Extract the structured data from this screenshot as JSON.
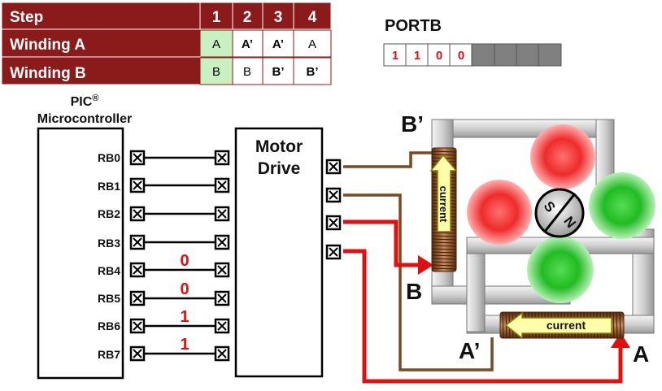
{
  "step_table": {
    "header_label": "Step",
    "steps": [
      "1",
      "2",
      "3",
      "4"
    ],
    "rows": [
      {
        "label": "Winding A",
        "cells": [
          "A",
          "A’",
          "A’",
          "A"
        ]
      },
      {
        "label": "Winding B",
        "cells": [
          "B",
          "B",
          "B’",
          "B’"
        ]
      }
    ],
    "header_bg": "#8b1a1a",
    "highlight_bg": "#c8f0c0"
  },
  "portb": {
    "title": "PORTB",
    "bits": [
      "1",
      "1",
      "0",
      "0",
      "",
      "",
      "",
      ""
    ],
    "bit_color": "#e01010",
    "unused_bg": "#808080"
  },
  "pic": {
    "title": "PIC",
    "reg_mark": "®",
    "subtitle": "Microcontroller",
    "pins": [
      "RB0",
      "RB1",
      "RB2",
      "RB3",
      "RB4",
      "RB5",
      "RB6",
      "RB7"
    ],
    "pin_values": [
      "",
      "",
      "",
      "",
      "0",
      "0",
      "1",
      "1"
    ]
  },
  "driver": {
    "title_line1": "Motor",
    "title_line2": "Drive"
  },
  "motor": {
    "label_b_prime": "B’",
    "label_b": "B",
    "label_a_prime": "A’",
    "label_a": "A",
    "current_label": "current",
    "rotor_s": "S",
    "rotor_n": "N",
    "red_pole": "#ee2b2b",
    "green_pole": "#22bb22",
    "wire_red": "#e01010",
    "wire_brown": "#7a4a20"
  }
}
